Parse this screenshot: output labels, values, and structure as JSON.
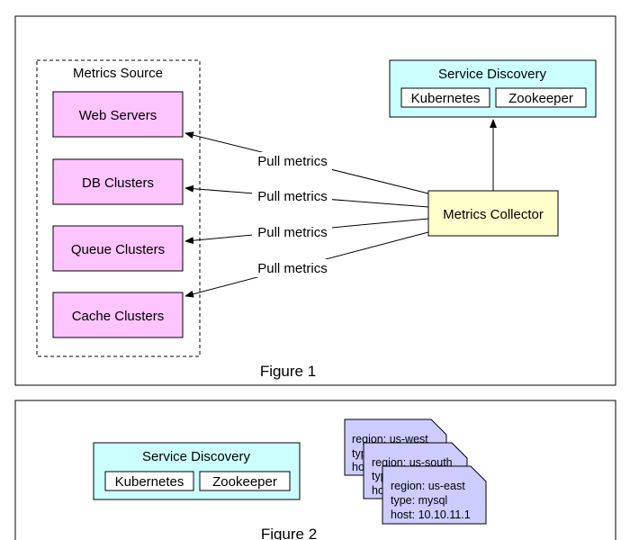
{
  "figure1": {
    "caption": "Figure 1",
    "source_group_label": "Metrics Source",
    "sources": [
      {
        "label": "Web Servers"
      },
      {
        "label": "DB Clusters"
      },
      {
        "label": "Queue Clusters"
      },
      {
        "label": "Cache Clusters"
      }
    ],
    "pull_labels": [
      "Pull metrics",
      "Pull metrics",
      "Pull metrics",
      "Pull metrics"
    ],
    "collector_label": "Metrics Collector",
    "service_discovery": {
      "title": "Service Discovery",
      "items": [
        "Kubernetes",
        "Zookeeper"
      ]
    }
  },
  "figure2": {
    "caption": "Figure 2",
    "service_discovery": {
      "title": "Service Discovery",
      "items": [
        "Kubernetes",
        "Zookeeper"
      ]
    },
    "docs": [
      {
        "lines": [
          "region: us-west",
          "type:",
          "host:"
        ]
      },
      {
        "lines": [
          "region: us-south",
          "type:",
          "host:"
        ]
      },
      {
        "lines": [
          "region: us-east",
          "type: mysql",
          "host: 10.10.11.1"
        ]
      }
    ]
  },
  "colors": {
    "source_fill": "#FDC4FE",
    "sd_fill": "#CCFFFF",
    "collector_fill": "#FFFFCC",
    "doc_fill": "#CCCCFF",
    "stroke": "#000000"
  }
}
